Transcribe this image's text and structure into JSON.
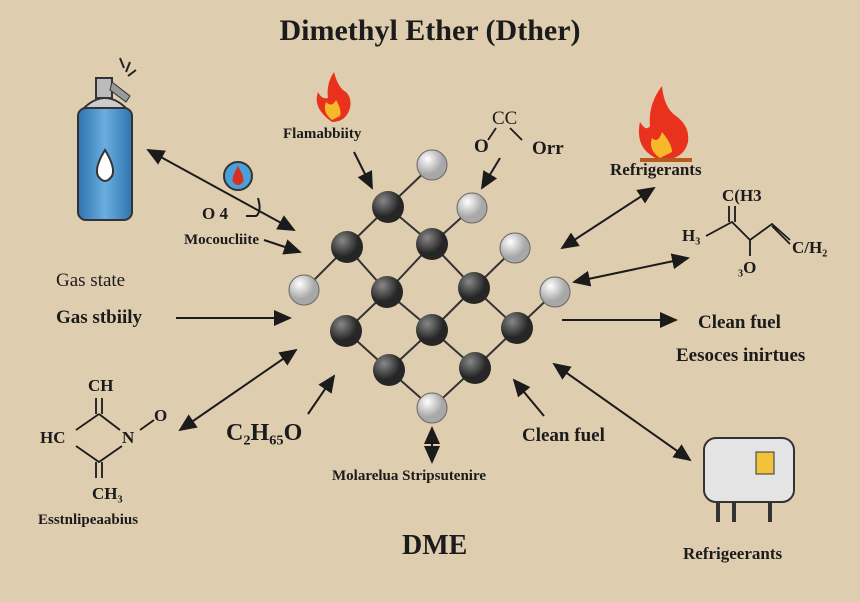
{
  "title": "Dimethyl Ether (Dther)",
  "footer_label": "DME",
  "labels": {
    "flammability": "Flamabbiity",
    "o4": "O 4",
    "mococulite": "Mocoucliite",
    "gas_state": "Gas state",
    "gas_stability": "Gas stbiily",
    "formula": "C₂H₆₅O",
    "molecular_structure": "Molarelua Stripsutenire",
    "clean_fuel_center": "Clean fuel",
    "refrigerants_top": "Refrigerants",
    "clean_fuel_right": "Clean fuel",
    "esoces": "Eesoces inirtues",
    "refrigerants_bottom": "Refrigeerants",
    "essentials": "Esstnlipeaabius"
  },
  "chem_top": {
    "c1": "CC",
    "o1": "O",
    "or": "Orr"
  },
  "chem_right": {
    "ch3": "C(H3",
    "h3": "H₃",
    "o": "₃O",
    "ch2": "C/H₂"
  },
  "chem_left": {
    "ch": "CH",
    "hc": "HC",
    "n": "N",
    "o": "O",
    "ch3": "CH₃"
  },
  "colors": {
    "background": "#dfcdb0",
    "can": "#4a90c8",
    "flame": "#e8321e",
    "atom_dark": "#3a3a3a",
    "atom_light": "#d8d8d8"
  }
}
